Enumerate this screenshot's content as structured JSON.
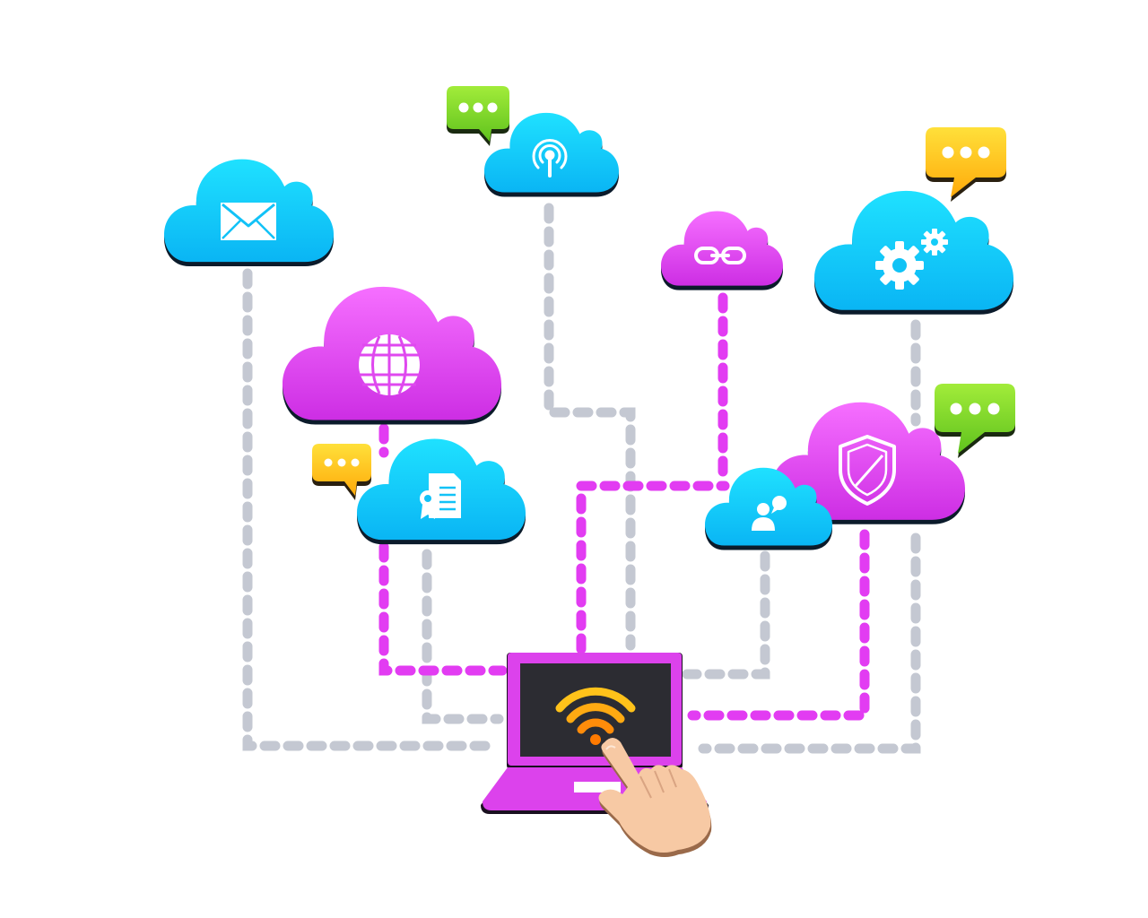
{
  "colors": {
    "background": "#ffffff",
    "blue_cloud_top": "#18dcff",
    "blue_cloud_bottom": "#0db8f5",
    "pink_cloud_top": "#f46bff",
    "pink_cloud_bottom": "#cf2fe6",
    "gray_link": "#c4c8d2",
    "pink_link": "#e23cf2",
    "laptop_body": "#d83fe8",
    "laptop_screen": "#2a2a30",
    "wifi_orange": "#ff9a12",
    "wifi_yellow": "#ffc21a",
    "bubble_green": "#7fd82a",
    "bubble_yellow": "#ffc21a",
    "hand_skin": "#f7c9a4"
  },
  "clouds": [
    {
      "name": "mail-cloud",
      "icon": "envelope-icon",
      "color": "blue"
    },
    {
      "name": "broadcast-cloud",
      "icon": "antenna-icon",
      "color": "blue"
    },
    {
      "name": "link-cloud",
      "icon": "chain-link-icon",
      "color": "pink"
    },
    {
      "name": "settings-cloud",
      "icon": "gears-icon",
      "color": "blue"
    },
    {
      "name": "web-cloud",
      "icon": "globe-icon",
      "color": "pink"
    },
    {
      "name": "document-cloud",
      "icon": "certificate-document-icon",
      "color": "blue"
    },
    {
      "name": "security-cloud",
      "icon": "shield-icon",
      "color": "pink"
    },
    {
      "name": "chat-user-cloud",
      "icon": "user-chat-icon",
      "color": "blue"
    }
  ],
  "speech_bubbles": [
    {
      "name": "bubble-broadcast",
      "color": "green",
      "icon": "ellipsis-icon"
    },
    {
      "name": "bubble-settings",
      "color": "yellow",
      "icon": "ellipsis-icon"
    },
    {
      "name": "bubble-document",
      "color": "yellow",
      "icon": "ellipsis-icon"
    },
    {
      "name": "bubble-security",
      "color": "green",
      "icon": "ellipsis-icon"
    }
  ],
  "device": {
    "name": "laptop",
    "screen_icon": "wifi-icon",
    "pointer": "pointing-hand-icon"
  }
}
